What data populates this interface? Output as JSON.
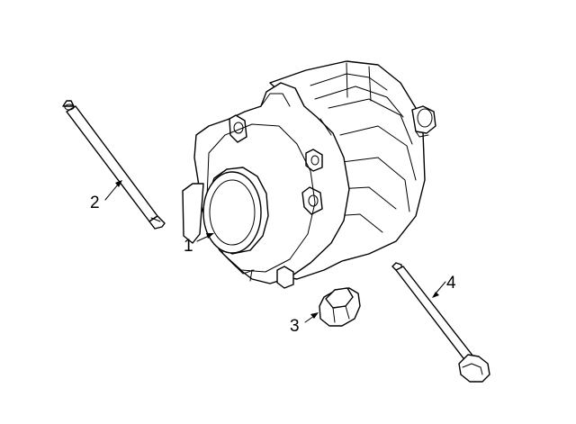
{
  "callouts": {
    "alternator": "1",
    "stud": "2",
    "nut": "3",
    "bolt": "4"
  }
}
